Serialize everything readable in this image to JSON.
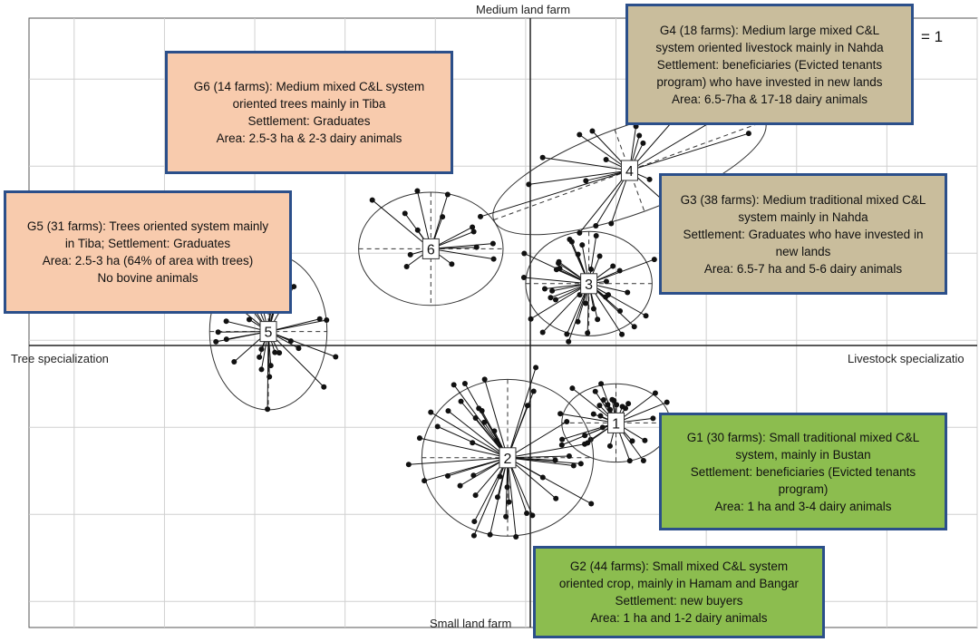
{
  "axes": {
    "top": "Medium land farm",
    "bottom": "Small land farm",
    "left": "Tree specialization",
    "right": "Livestock specializatio"
  },
  "scale_label": "= 1",
  "colors": {
    "orange_box": "#f8cbad",
    "tan_box": "#c9bd9c",
    "green_box": "#8cbd4f",
    "box_border": "#2b4f8a",
    "grid": "#d0d0d0",
    "ink": "#111111"
  },
  "group_boxes": [
    {
      "id": "G4",
      "color": "tan",
      "lines": [
        "G4 (18 farms): Medium  large mixed C&L",
        "system oriented livestock mainly in Nahda",
        "Settlement:  beneficiaries (Evicted tenants",
        "program) who have invested in new lands",
        "Area:  6.5-7ha & 17-18 dairy animals"
      ]
    },
    {
      "id": "G6",
      "color": "orange",
      "lines": [
        "G6 (14 farms): Medium mixed C&L system",
        "oriented trees mainly in Tiba",
        "Settlement:  Graduates",
        "Area:  2.5-3 ha & 2-3 dairy animals"
      ]
    },
    {
      "id": "G5",
      "color": "orange",
      "lines": [
        "G5 (31 farms): Trees oriented system mainly",
        "in Tiba; Settlement:  Graduates",
        "Area:  2.5-3 ha (64% of area with trees)",
        "No bovine animals"
      ]
    },
    {
      "id": "G3",
      "color": "tan",
      "lines": [
        "G3 (38 farms): Medium traditional mixed C&L",
        "system mainly in Nahda",
        "Settlement:  Graduates who have invested in",
        "new lands",
        "Area:  6.5-7 ha and 5-6 dairy animals"
      ]
    },
    {
      "id": "G1",
      "color": "green",
      "lines": [
        "G1 (30 farms): Small traditional mixed C&L",
        "system, mainly in Bustan",
        "Settlement:  beneficiaries (Evicted tenants",
        "program)",
        "Area:  1 ha and 3-4 dairy animals"
      ]
    },
    {
      "id": "G2",
      "color": "green",
      "lines": [
        "G2 (44 farms): Small mixed C&L system",
        "oriented crop, mainly in Hamam and Bangar",
        "Settlement:  new buyers",
        "Area:  1 ha and 1-2 dairy animals"
      ]
    }
  ],
  "chart_data": {
    "type": "scatter",
    "xlabel_left": "Tree specialization",
    "xlabel_right": "Livestock specializatio",
    "ylabel_top": "Medium land farm",
    "ylabel_bottom": "Small land farm",
    "xlim": [
      -5.5,
      5.0
    ],
    "ylim": [
      -3.3,
      3.7
    ],
    "grid": true,
    "grid_step": 1,
    "groups": [
      {
        "label": "1",
        "center": [
          1.0,
          -0.95
        ],
        "ellipse": {
          "rx": 0.6,
          "ry": 0.45,
          "angle": 0
        },
        "count": 30
      },
      {
        "label": "2",
        "center": [
          -0.2,
          -1.35
        ],
        "ellipse": {
          "rx": 0.95,
          "ry": 0.9,
          "angle": 0
        },
        "count": 44
      },
      {
        "label": "3",
        "center": [
          0.7,
          0.65
        ],
        "ellipse": {
          "rx": 0.7,
          "ry": 0.6,
          "angle": 0
        },
        "count": 38
      },
      {
        "label": "4",
        "center": [
          1.15,
          1.95
        ],
        "ellipse": {
          "rx": 1.6,
          "ry": 0.5,
          "angle": -20
        },
        "count": 18
      },
      {
        "label": "5",
        "center": [
          -2.85,
          0.1
        ],
        "ellipse": {
          "rx": 0.65,
          "ry": 0.9,
          "angle": 0
        },
        "count": 31
      },
      {
        "label": "6",
        "center": [
          -1.05,
          1.05
        ],
        "ellipse": {
          "rx": 0.8,
          "ry": 0.65,
          "angle": 0
        },
        "count": 14
      }
    ]
  }
}
